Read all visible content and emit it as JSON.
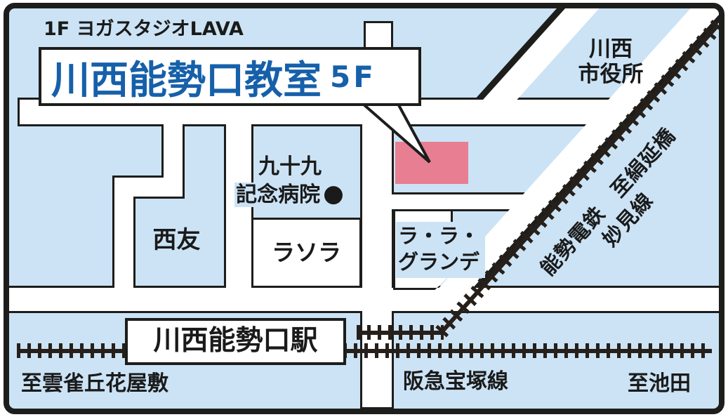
{
  "colors": {
    "bg-blue": "#cbe3f5",
    "line-black": "#1d1d1b",
    "rail-color": "#27201a",
    "pink": "#e87e92",
    "title-blue": "#1660aa",
    "text-black": "#1a1a1a"
  },
  "header": {
    "floor_note": "1F ヨガスタジオLAVA",
    "title": "川西能勢口教室",
    "floor": "5F"
  },
  "landmarks": {
    "city_hall_line1": "川西",
    "city_hall_line2": "市役所",
    "hospital_line1": "九十九",
    "hospital_line2": "記念病院",
    "hospital_marker": "●",
    "seiyu": "西友",
    "lasola": "ラソラ",
    "la_la_grande_line1": "ラ・ラ・",
    "la_la_grande_line2": "グランデ",
    "station": "川西能勢口駅"
  },
  "railways": {
    "nose_line_line1": "能勢電鉄　至絹延橋",
    "nose_line_line2": "妙見線",
    "hankyu_line": "阪急宝塚線"
  },
  "directions": {
    "west": "至雲雀丘花屋敷",
    "east": "至池田"
  }
}
